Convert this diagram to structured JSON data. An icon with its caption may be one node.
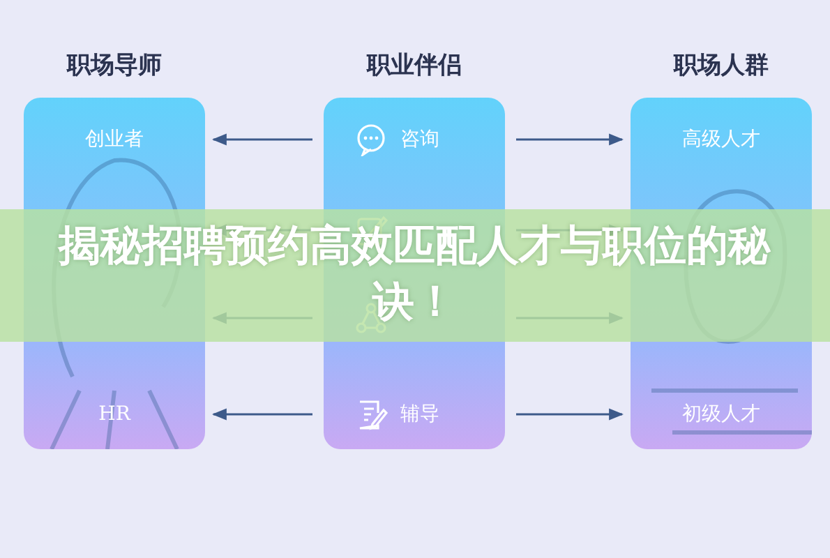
{
  "diagram": {
    "title": "揭秘招聘预约高效匹配人才与职位的秘诀！",
    "nodes": [
      {
        "text": [
          "职场导师",
          "创业者",
          "HR"
        ]
      },
      {
        "text": [
          "职业伴侣",
          "咨询",
          "辅导"
        ]
      },
      {
        "text": [
          "职场人群",
          "高级人才",
          "初级人才"
        ]
      }
    ],
    "edges": [
      {
        "from": 1,
        "to": 0,
        "arrow": "to"
      },
      {
        "from": 1,
        "to": 0,
        "arrow": "to"
      },
      {
        "from": 1,
        "to": 0,
        "arrow": "to"
      },
      {
        "from": 1,
        "to": 0,
        "arrow": "to"
      },
      {
        "from": 1,
        "to": 2,
        "arrow": "to"
      },
      {
        "from": 1,
        "to": 2,
        "arrow": "to"
      },
      {
        "from": 1,
        "to": 2,
        "arrow": "to"
      },
      {
        "from": 1,
        "to": 2,
        "arrow": "to"
      }
    ]
  }
}
